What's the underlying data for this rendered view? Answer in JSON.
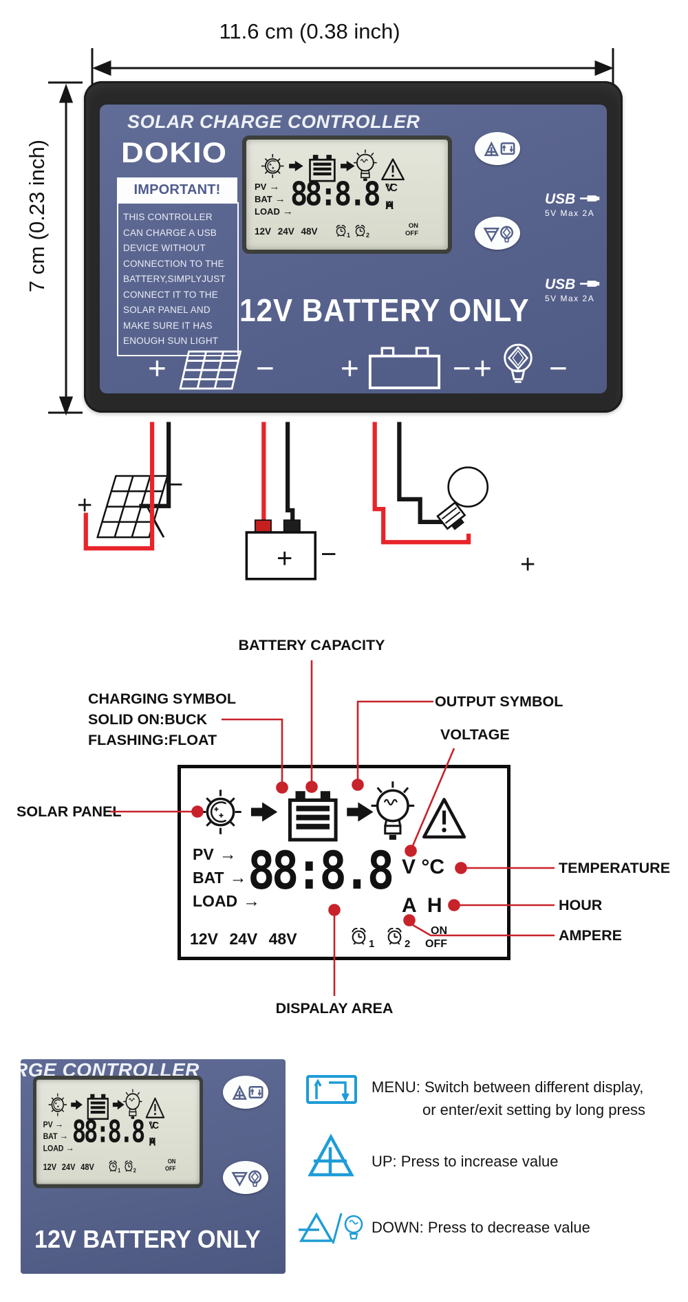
{
  "dimensions": {
    "width_label": "11.6 cm (0.38 inch)",
    "height_label": "7 cm (0.23 inch)"
  },
  "sym": {
    "plus": "+",
    "minus": "−",
    "slash": "/"
  },
  "device": {
    "title": "SOLAR CHARGE CONTROLLER",
    "brand": "DOKIO",
    "important_header": "IMPORTANT!",
    "important_body": "THIS CONTROLLER\nCAN CHARGE A USB\nDEVICE WITHOUT\nCONNECTION TO THE\nBATTERY,SIMPLYJUST\nCONNECT IT TO THE\nSOLAR PANEL AND\nMAKE SURE IT HAS\nENOUGH SUN LIGHT",
    "battery_only": "12V BATTERY ONLY",
    "usb_logo": "USB",
    "usb_spec": "5V Max 2A"
  },
  "lcd": {
    "pv": "PV",
    "bat": "BAT",
    "load": "LOAD",
    "arrow": "→",
    "digits": "88:8.8",
    "volt": "V",
    "celsius": "°C",
    "amp": "A",
    "hour": "H",
    "volts": "12V 24V 48V",
    "alarm1": "1",
    "alarm2": "2",
    "on": "ON",
    "off": "OFF"
  },
  "diagram": {
    "battery_capacity": "BATTERY CAPACITY",
    "charging_line1": "CHARGING SYMBOL",
    "charging_line2": "SOLID ON:BUCK",
    "charging_line3": "FLASHING:FLOAT",
    "output_symbol": "OUTPUT SYMBOL",
    "voltage": "VOLTAGE",
    "solar_panel": "SOLAR PANEL",
    "temperature": "TEMPERATURE",
    "hour": "HOUR",
    "ampere": "AMPERE",
    "display_area": "DISPALAY AREA"
  },
  "bottom": {
    "partial_title": "RGE CONTROLLER",
    "menu_line1": "MENU: Switch between different display,",
    "menu_line2": "or enter/exit setting by long press",
    "up_text": "UP: Press to increase value",
    "down_text": "DOWN: Press to decrease value"
  },
  "colors": {
    "accent_red": "#c8222a",
    "wire_red": "#e8242b",
    "face_blue": "#5b6791",
    "cyan": "#1e9cd7",
    "lcd_bg": "#dee0d3"
  }
}
